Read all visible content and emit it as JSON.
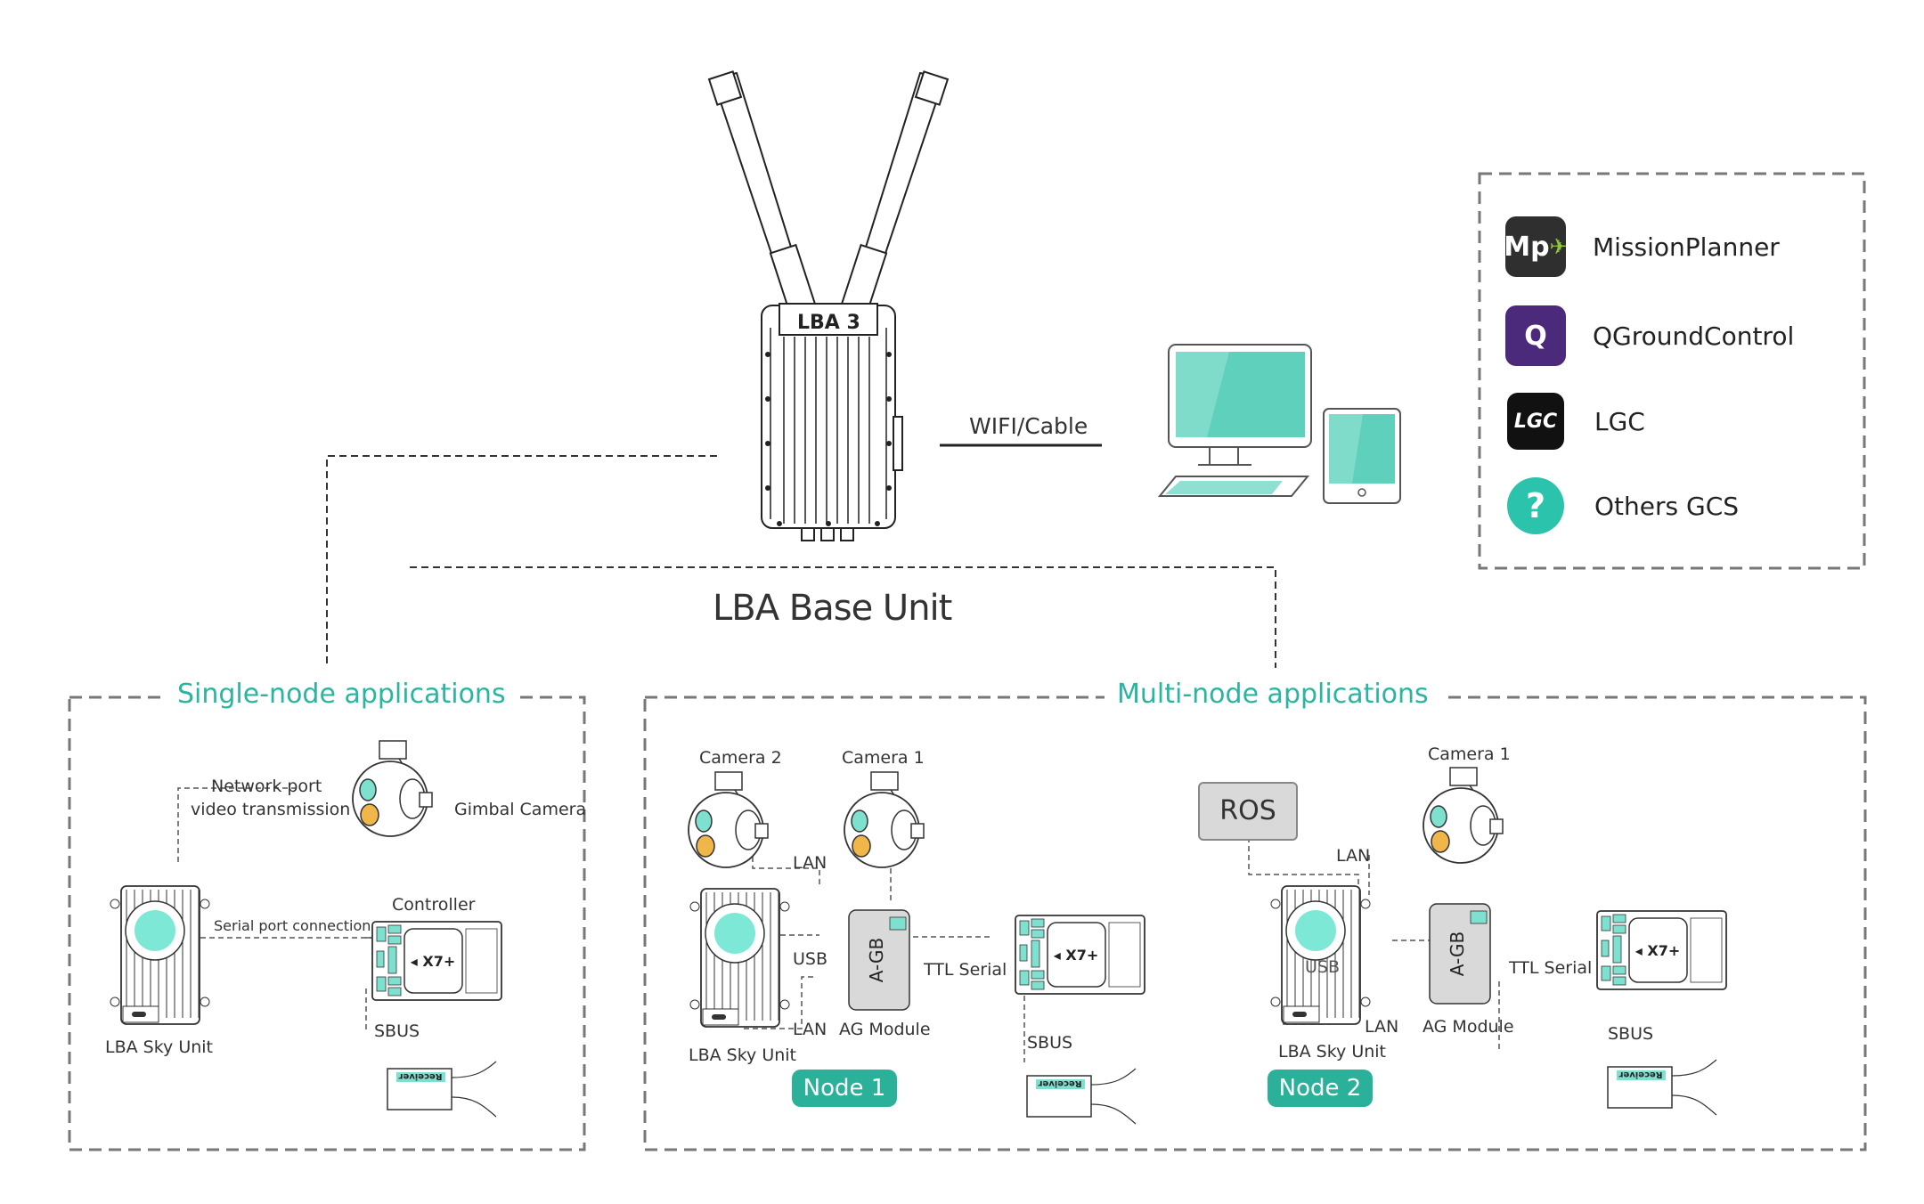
{
  "base_unit": {
    "device_label": "LBA 3",
    "title": "LBA Base Unit",
    "link_label": "WIFI/Cable"
  },
  "gcs_panel": {
    "items": [
      {
        "name": "MissionPlanner",
        "icon": "mission-planner-icon",
        "icon_text": "Mp",
        "color": "#2f2f2f"
      },
      {
        "name": "QGroundControl",
        "icon": "qgroundcontrol-icon",
        "icon_text": "Q",
        "color": "#4b2a7b"
      },
      {
        "name": "LGC",
        "icon": "lgc-icon",
        "icon_text": "LGC",
        "color": "#111111"
      },
      {
        "name": "Others GCS",
        "icon": "question-icon",
        "icon_text": "?",
        "color": "#2cc3ad"
      }
    ]
  },
  "single_node": {
    "title": "Single-node applications",
    "network_label_1": "Network port",
    "network_label_2": "video transmission",
    "camera_label": "Gimbal Camera",
    "serial_label": "Serial port connection",
    "controller_label": "Controller",
    "controller_model": "X7+",
    "sbus_label": "SBUS",
    "receiver_label": "Receiver",
    "sky_unit_label": "LBA Sky Unit"
  },
  "multi_node": {
    "title": "Multi-node applications",
    "node1": {
      "badge": "Node 1",
      "camera2_label": "Camera 2",
      "camera1_label": "Camera 1",
      "lan_top_label": "LAN",
      "usb_label": "USB",
      "lan_bottom_label": "LAN",
      "ag_module_label": "AG Module",
      "ag_text": "A-GB",
      "ttl_label": "TTL Serial",
      "sbus_label": "SBUS",
      "receiver_label": "Receiver",
      "controller_model": "X7+",
      "sky_unit_label": "LBA Sky Unit"
    },
    "node2": {
      "badge": "Node 2",
      "ros_label": "ROS",
      "camera1_label": "Camera 1",
      "lan_top_label": "LAN",
      "usb_label": "USB",
      "lan_bottom_label": "LAN",
      "ag_module_label": "AG Module",
      "ag_text": "A-GB",
      "ttl_label": "TTL Serial",
      "sbus_label": "SBUS",
      "receiver_label": "Receiver",
      "controller_model": "X7+",
      "sky_unit_label": "LBA Sky Unit"
    }
  },
  "colors": {
    "accent": "#2bb5a0",
    "screen": "#7ee0cf",
    "lens_orange": "#f0b64a",
    "dash": "#777777"
  }
}
